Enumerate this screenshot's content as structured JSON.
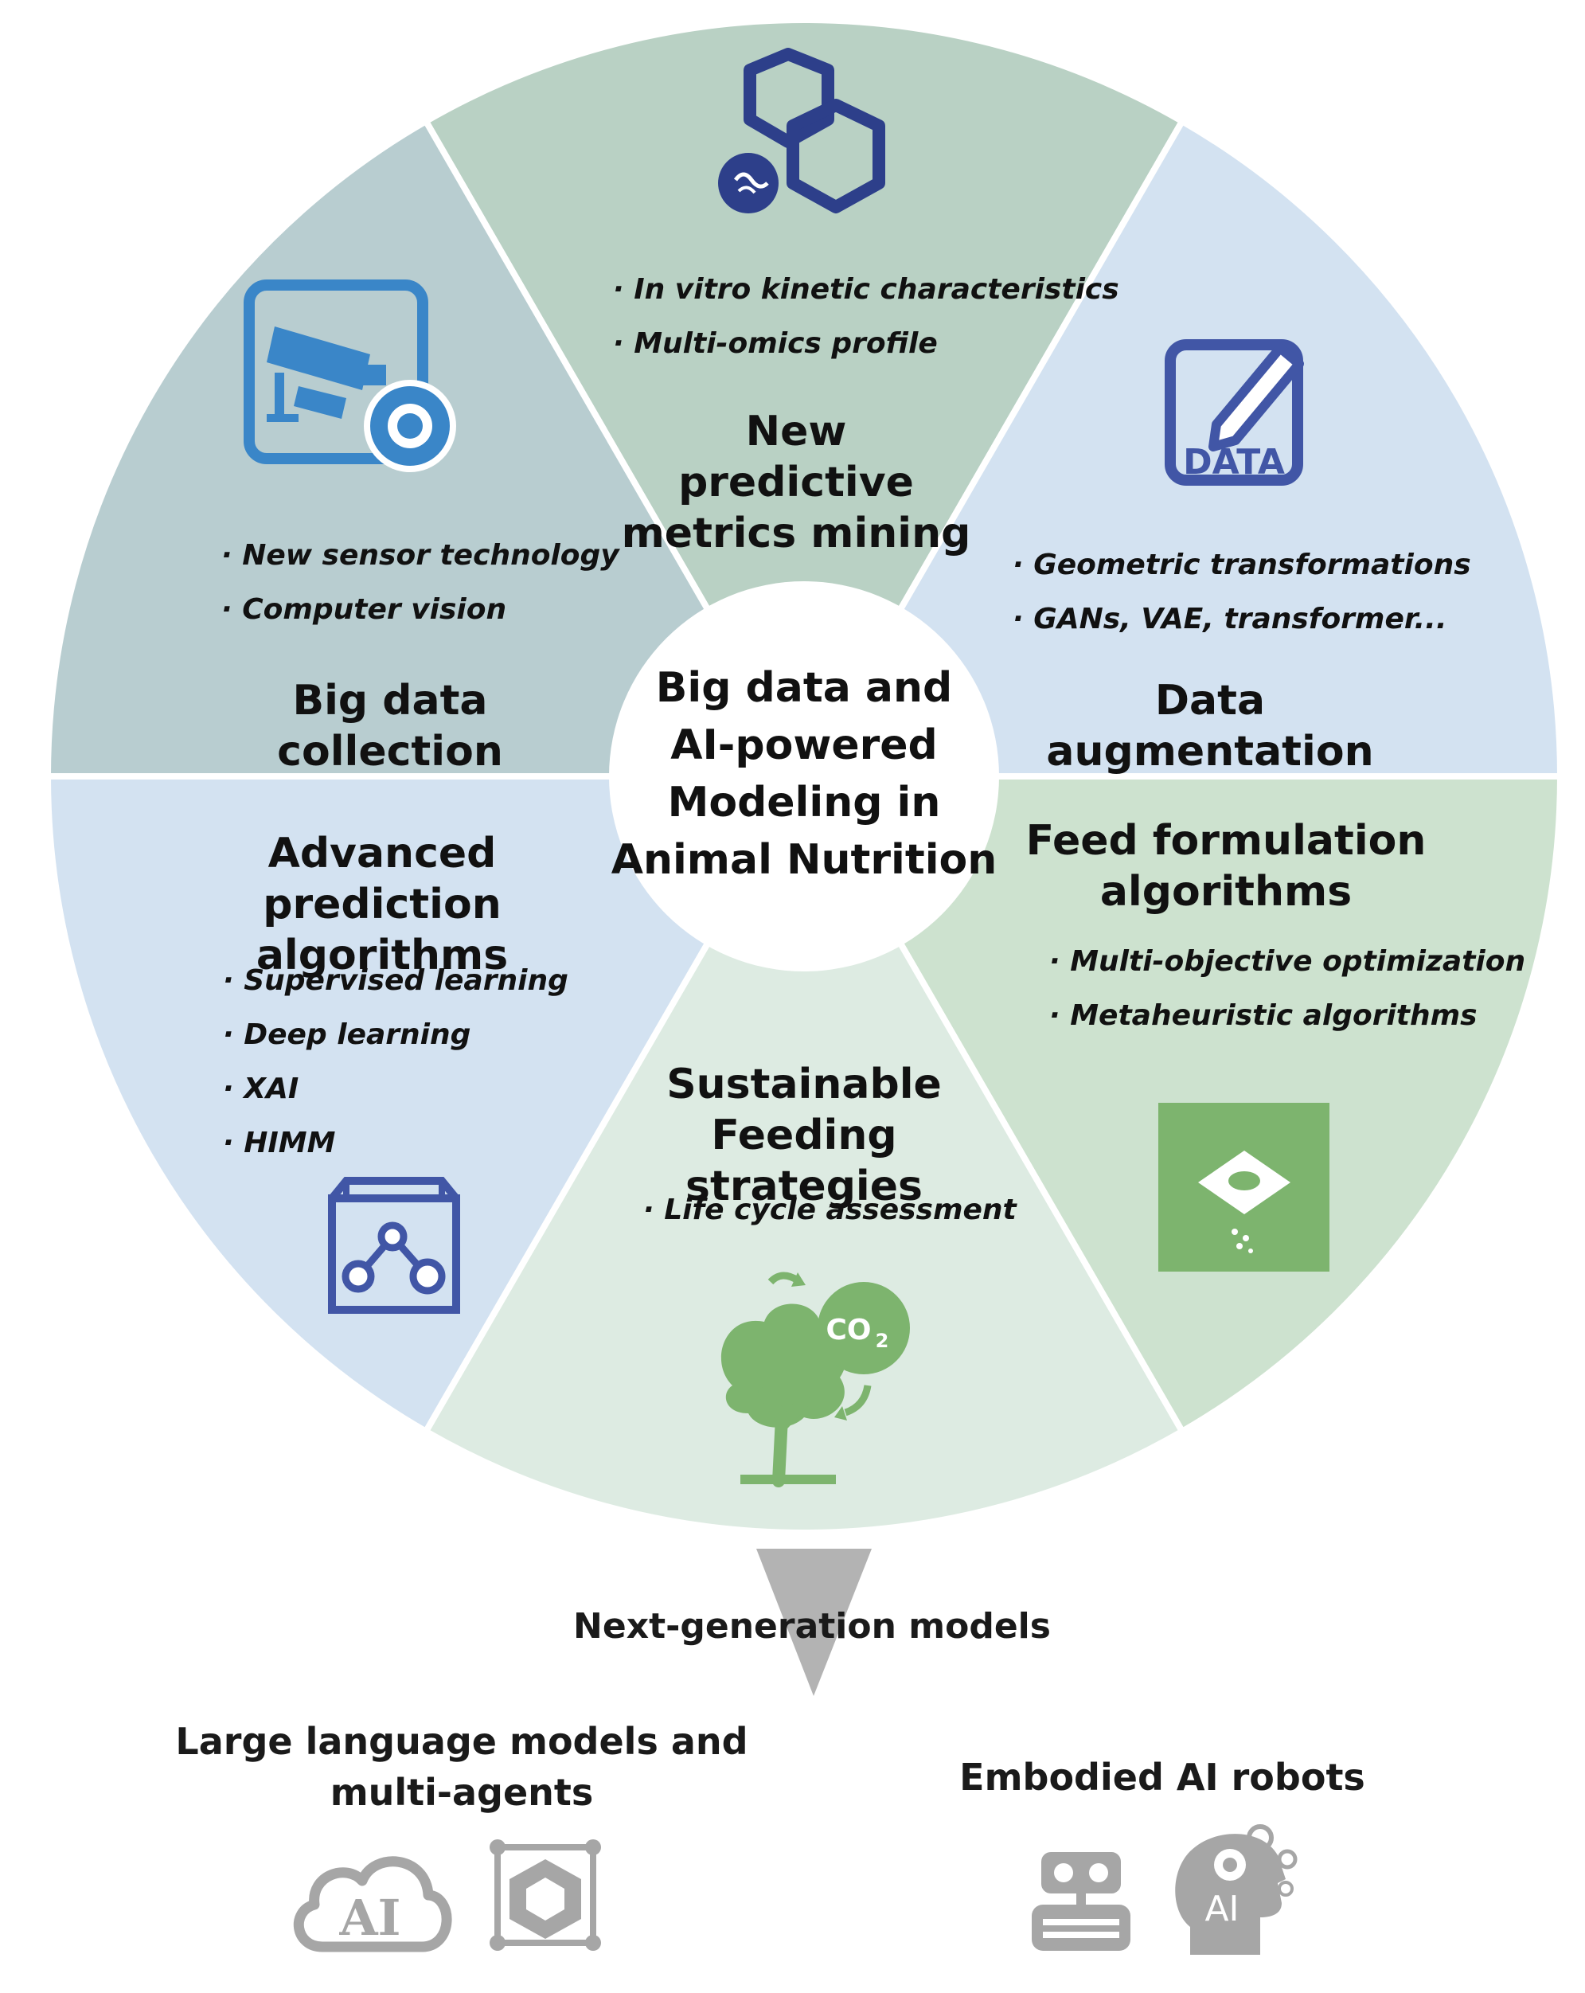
{
  "center_title_lines": [
    "Big data and",
    "AI-powered",
    "Modeling in",
    "Animal Nutrition"
  ],
  "segments": [
    {
      "title_lines": [
        "New predictive",
        "metrics mining"
      ],
      "bullets": [
        "In vitro kinetic characteristics",
        "Multi-omics profile"
      ],
      "color": "#b9d1c4",
      "icon": "linked-hexagons-icon"
    },
    {
      "title_lines": [
        "Data augmentation"
      ],
      "bullets": [
        "Geometric transformations",
        "GANs, VAE, transformer..."
      ],
      "color": "#d3e2f1",
      "icon": "data-pen-icon"
    },
    {
      "title_lines": [
        "Feed formulation",
        "algorithms"
      ],
      "bullets": [
        "Multi-objective optimization",
        "Metaheuristic algorithms"
      ],
      "color": "#cde2cf",
      "icon": "feed-scoop-icon"
    },
    {
      "title_lines": [
        "Sustainable",
        "Feeding strategies"
      ],
      "bullets": [
        "Life cycle assessment"
      ],
      "color": "#ddebe2",
      "icon": "tree-co2-icon"
    },
    {
      "title_lines": [
        "Advanced prediction",
        "algorithms"
      ],
      "bullets": [
        "Supervised learning",
        "Deep learning",
        "XAI",
        "HIMM"
      ],
      "color": "#d3e2f1",
      "icon": "box-network-icon"
    },
    {
      "title_lines": [
        "Big data collection"
      ],
      "bullets": [
        "New sensor technology",
        "Computer vision"
      ],
      "color": "#b8cdd0",
      "icon": "camera-gear-icon"
    }
  ],
  "next_generation": {
    "label": "Next-generation models",
    "left_title_lines": [
      "Large language models and",
      "multi-agents"
    ],
    "right_title": "Embodied AI robots",
    "ai_cloud_text": "AI",
    "ai_head_text": "AI"
  },
  "co2_text": "CO",
  "co2_sub": "2",
  "data_icon_text": "DATA",
  "colors": {
    "icon_blue": "#3a86c8",
    "icon_navy": "#2d3f8a",
    "icon_indigo": "#4156a6",
    "icon_green": "#7db46e",
    "icon_gray": "#a6a6a6",
    "arrow_gray": "#b3b3b3"
  }
}
